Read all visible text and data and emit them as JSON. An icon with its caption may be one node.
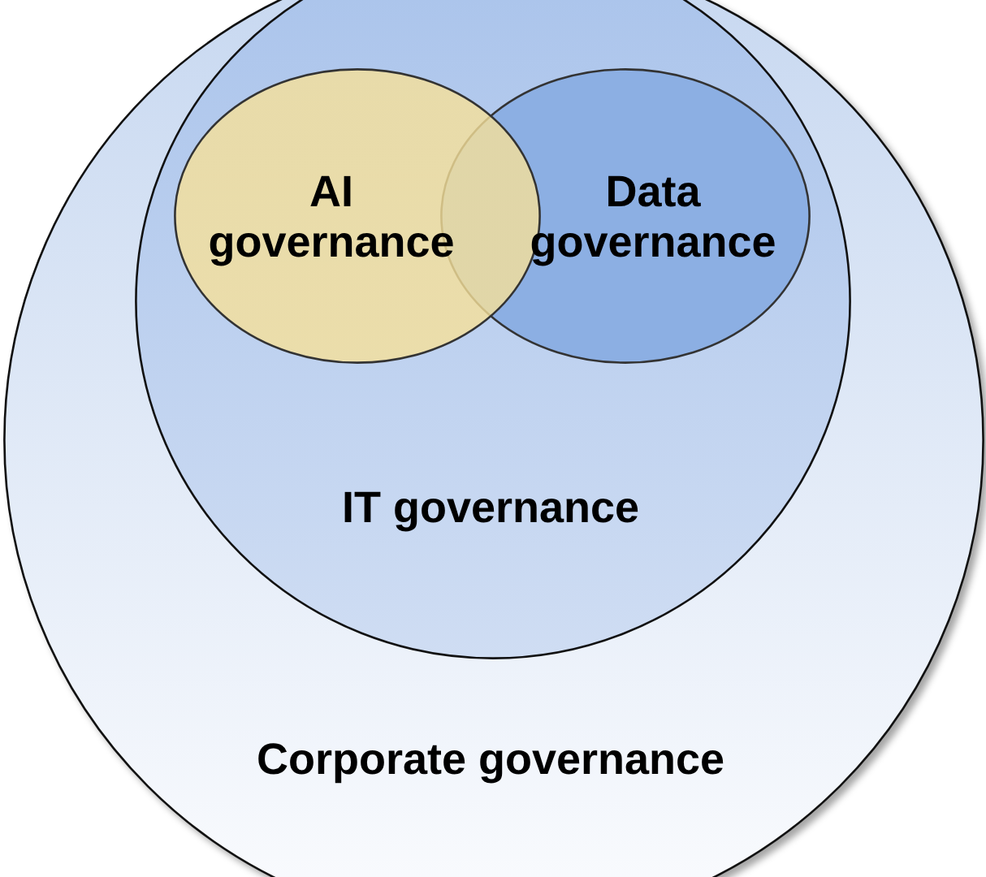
{
  "diagram": {
    "nodes": [
      {
        "text": [
          "Corporate governance"
        ]
      },
      {
        "text": [
          "IT governance"
        ],
        "in": 0
      },
      {
        "text": [
          "AI governance"
        ],
        "in": 1
      },
      {
        "text": [
          "Data governance"
        ],
        "in": 1
      }
    ]
  }
}
